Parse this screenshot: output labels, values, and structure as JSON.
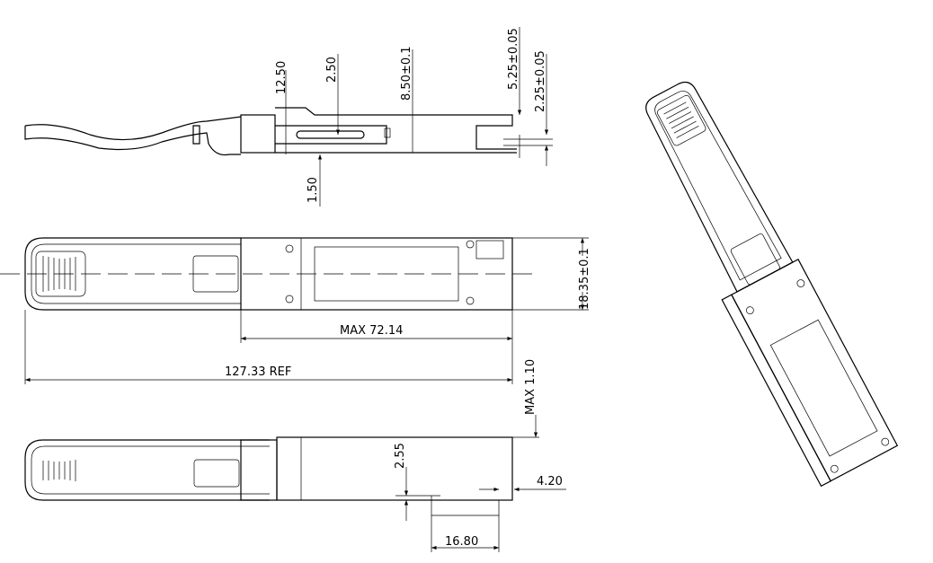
{
  "side_view": {
    "dims": {
      "d1": "12.50",
      "d2": "2.50",
      "d3": "8.50±0.1",
      "d4": "5.25±0.05",
      "d5": "2.25±0.05",
      "d6": "1.50"
    }
  },
  "top_view": {
    "dims": {
      "width": "18.35±0.1",
      "body_length": "MAX 72.14",
      "overall_length": "127.33 REF"
    }
  },
  "bottom_view": {
    "dims": {
      "max": "MAX 1.10",
      "d1": "2.55",
      "d2": "4.20",
      "d3": "16.80"
    }
  },
  "colors": {
    "line": "#000000",
    "background": "#ffffff"
  }
}
